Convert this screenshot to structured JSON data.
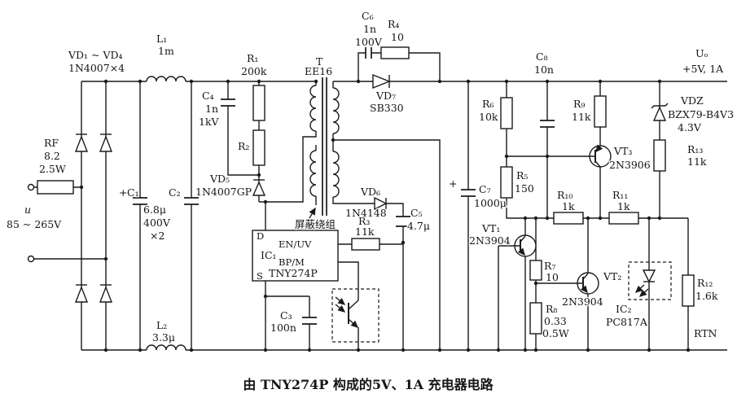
{
  "caption": "由 TNY274P 构成的5V、1A 充电器电路",
  "colors": {
    "ink": "#1a1a1a",
    "background": "#ffffff"
  },
  "source": {
    "name": "u",
    "range": "85 ~ 265V"
  },
  "bridge": {
    "name": "VD₁ ~ VD₄",
    "value": "1N4007×4"
  },
  "rf": {
    "name": "RF",
    "value": "8.2",
    "power": "2.5W"
  },
  "l1": {
    "name": "L₁",
    "value": "1m"
  },
  "l2": {
    "name": "L₂",
    "value": "3.3μ"
  },
  "c1": {
    "plus": "+",
    "name": "C₁"
  },
  "c2": {
    "name": "C₂"
  },
  "c1c2": {
    "value": "6.8μ",
    "voltage": "400V",
    "mult": "×2"
  },
  "r1": {
    "name": "R₁",
    "value": "200k"
  },
  "r2": {
    "name": "R₂"
  },
  "c4": {
    "name": "C₄",
    "value": "1n",
    "voltage": "1kV"
  },
  "vd5": {
    "name": "VD₅",
    "value": "1N4007GP"
  },
  "transformer": {
    "name": "T",
    "core": "EE16",
    "shield": "屏蔽绕组"
  },
  "ic1": {
    "name": "IC₁",
    "part": "TNY274P",
    "pin_d": "D",
    "pin_s": "S",
    "pin_en": "EN/UV",
    "pin_bp": "BP/M"
  },
  "c3": {
    "name": "C₃",
    "value": "100n"
  },
  "c6": {
    "name": "C₆",
    "value": "1n",
    "voltage": "100V"
  },
  "r4": {
    "name": "R₄",
    "value": "10"
  },
  "vd7": {
    "name": "VD₇",
    "value": "SB330"
  },
  "vd6": {
    "name": "VD₆",
    "value": "1N4148"
  },
  "c5": {
    "name": "C₅",
    "value": "4.7μ"
  },
  "r3": {
    "name": "R₃",
    "value": "11k"
  },
  "c8": {
    "name": "C₈",
    "value": "10n"
  },
  "c7": {
    "plus": "+",
    "name": "C₇",
    "value": "1000μ"
  },
  "output": {
    "name": "Uₒ",
    "value": "+5V, 1A",
    "rtn": "RTN"
  },
  "r6": {
    "name": "R₆",
    "value": "10k"
  },
  "r5": {
    "name": "R₅",
    "value": "150"
  },
  "r9": {
    "name": "R₉",
    "value": "11k"
  },
  "vt3": {
    "name": "VT₃",
    "value": "2N3906"
  },
  "vdz": {
    "name": "VDZ",
    "value": "BZX79-B4V3",
    "voltage": "4.3V"
  },
  "r13": {
    "name": "R₁₃",
    "value": "11k"
  },
  "r10": {
    "name": "R₁₀",
    "value": "1k"
  },
  "r11": {
    "name": "R₁₁",
    "value": "1k"
  },
  "vt1": {
    "name": "VT₁",
    "value": "2N3904"
  },
  "vt2": {
    "name": "VT₂",
    "value": "2N3904"
  },
  "r7": {
    "name": "R₇",
    "value": "10"
  },
  "r8": {
    "name": "R₈",
    "value": "0.33",
    "power": "0.5W"
  },
  "ic2": {
    "name": "IC₂",
    "part": "PC817A"
  },
  "r12": {
    "name": "R₁₂",
    "value": "1.6k"
  }
}
